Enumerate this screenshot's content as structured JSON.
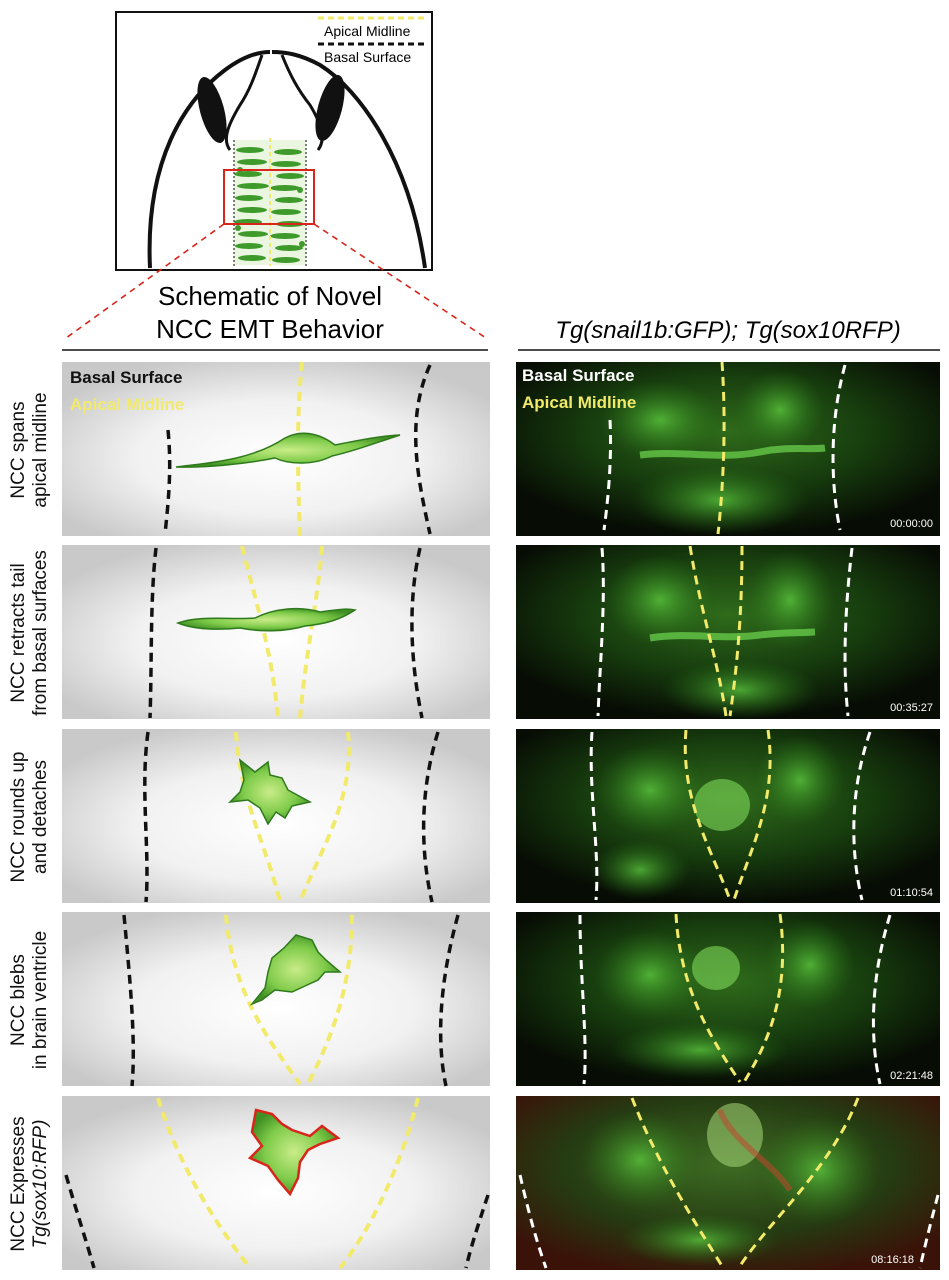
{
  "inset": {
    "legend_apical": "Apical Midline",
    "legend_basal": "Basal Surface"
  },
  "left_heading": {
    "line1": "Schematic of Novel",
    "line2": "NCC EMT Behavior"
  },
  "right_heading": "Tg(snail1b:GFP); Tg(sox10RFP)",
  "panel_labels": {
    "basal": "Basal Surface",
    "apical": "Apical Midline"
  },
  "rows": [
    {
      "line1": "NCC spans",
      "line2": "apical midline",
      "time": "00:00:00"
    },
    {
      "line1": "NCC retracts tail",
      "line2": "from basal surfaces",
      "time": "00:35:27"
    },
    {
      "line1": "NCC rounds up",
      "line2": "and detaches",
      "time": "01:10:54"
    },
    {
      "line1": "NCC blebs",
      "line2": "in brain ventricle",
      "time": "02:21:48"
    },
    {
      "line1": "NCC Expresses",
      "line2": "Tg(sox10:RFP)",
      "time": "08:16:18"
    }
  ],
  "colors": {
    "apical": "#f2ea6a",
    "basal_schematic": "#111111",
    "basal_micro": "#ffffff",
    "cell_green": "#5fbf3a",
    "rfp_red": "#d8261b",
    "micro_bg": "#0b1206"
  }
}
